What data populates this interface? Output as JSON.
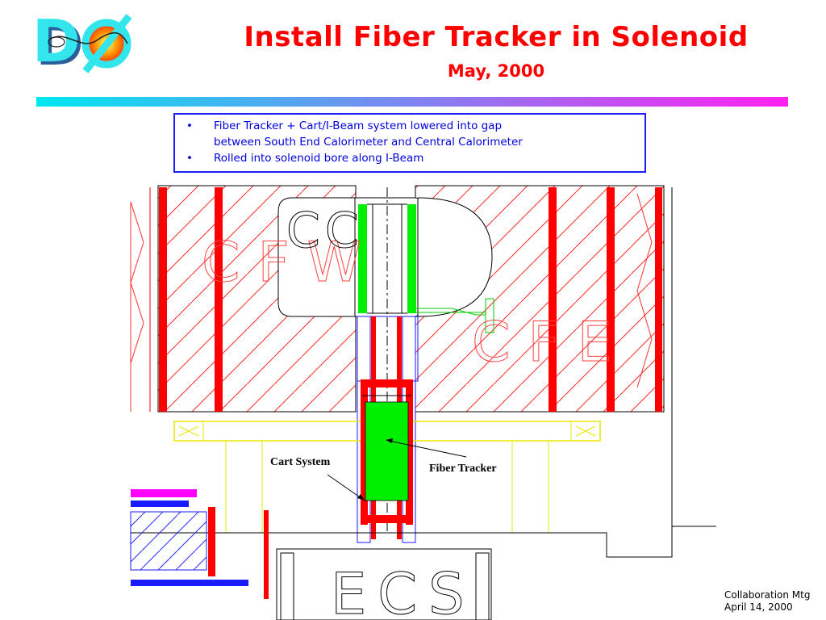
{
  "header": {
    "logo_text": "DØ",
    "title": "Install Fiber Tracker in Solenoid",
    "subtitle": "May, 2000"
  },
  "bullets": [
    {
      "line1": "Fiber Tracker + Cart/I-Beam system lowered into gap",
      "line2": "between South End Calorimeter and Central Calorimeter"
    },
    {
      "line1": "Rolled into solenoid bore along I-Beam",
      "line2": ""
    }
  ],
  "drawing": {
    "labels": {
      "cfw": "CFW",
      "cc": "CC",
      "cfe": "CFE",
      "ecs": "ECS"
    },
    "callouts": {
      "cart_system": "Cart System",
      "fiber_tracker": "Fiber Tracker"
    },
    "colors": {
      "red": "#ff0000",
      "green": "#00ee00",
      "blue": "#1a1aff",
      "magenta": "#ff00ff",
      "yellow": "#f0f000"
    }
  },
  "footer": {
    "line1": "Collaboration Mtg",
    "line2": "April 14, 2000"
  }
}
